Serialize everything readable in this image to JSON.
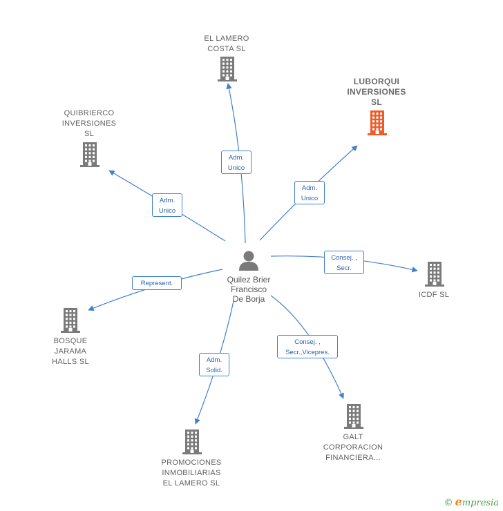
{
  "center": {
    "lines": [
      "Quilez Brier",
      "Francisco",
      "De Borja"
    ]
  },
  "nodes": [
    {
      "id": "el-lamero-costa",
      "lines": [
        "EL LAMERO",
        "COSTA  SL"
      ],
      "highlight": false
    },
    {
      "id": "luborqui",
      "lines": [
        "LUBORQUI",
        "INVERSIONES",
        "SL"
      ],
      "highlight": true
    },
    {
      "id": "quibrierco",
      "lines": [
        "QUIBRIERCO",
        "INVERSIONES",
        "SL"
      ],
      "highlight": false
    },
    {
      "id": "icdf",
      "lines": [
        "ICDF  SL"
      ],
      "highlight": false
    },
    {
      "id": "bosque-jarama",
      "lines": [
        "BOSQUE",
        "JARAMA",
        "HALLS  SL"
      ],
      "highlight": false
    },
    {
      "id": "galt",
      "lines": [
        "GALT",
        "CORPORACION",
        "FINANCIERA..."
      ],
      "highlight": false
    },
    {
      "id": "promociones",
      "lines": [
        "PROMOCIONES",
        "INMOBILIARIAS",
        "EL LAMERO  SL"
      ],
      "highlight": false
    }
  ],
  "edges": [
    {
      "to": "el-lamero-costa",
      "lines": [
        "Adm.",
        "Unico"
      ]
    },
    {
      "to": "luborqui",
      "lines": [
        "Adm.",
        "Unico"
      ]
    },
    {
      "to": "quibrierco",
      "lines": [
        "Adm.",
        "Unico"
      ]
    },
    {
      "to": "icdf",
      "lines": [
        "Consej. ,",
        "Secr."
      ]
    },
    {
      "to": "bosque-jarama",
      "lines": [
        "Represent."
      ]
    },
    {
      "to": "galt",
      "lines": [
        "Consej. ,",
        "Secr.,Vicepres."
      ]
    },
    {
      "to": "promociones",
      "lines": [
        "Adm.",
        "Solid."
      ]
    }
  ],
  "colors": {
    "edge": "#3f7fd0",
    "building": "#7a7a7a",
    "highlight": "#f05a28",
    "person": "#7a7a7a"
  },
  "footer": {
    "copyright": "©",
    "brand_initial": "e",
    "brand_rest": "mpresia"
  }
}
